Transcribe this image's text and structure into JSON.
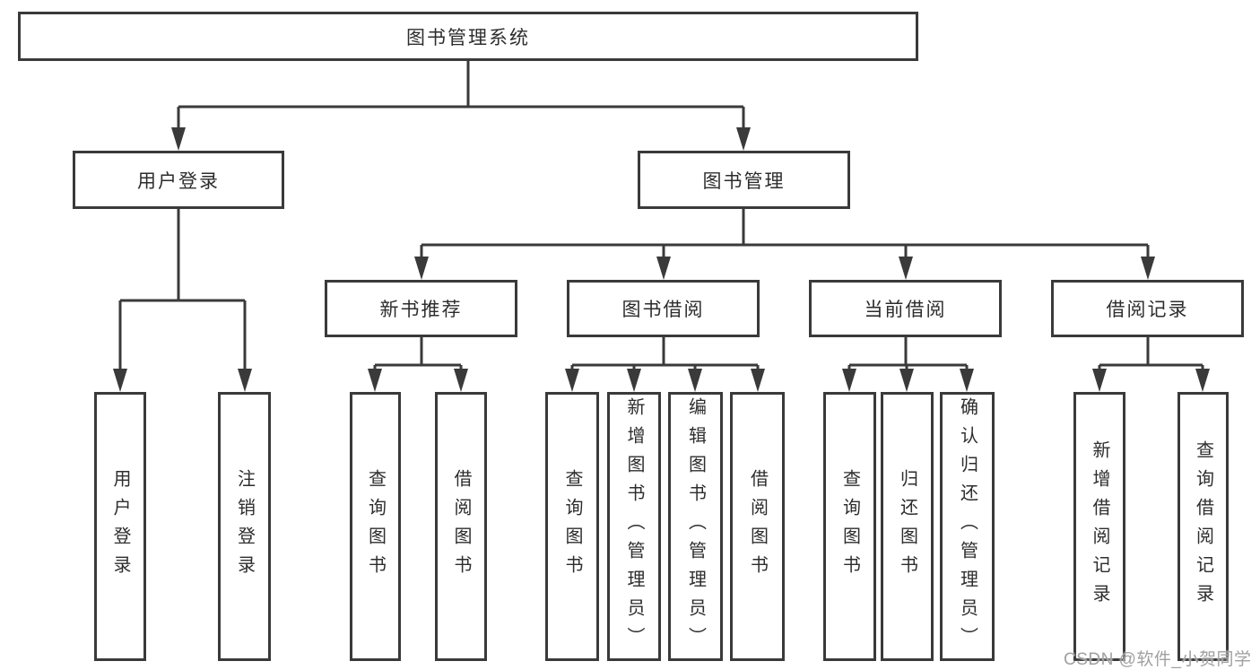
{
  "colors": {
    "line": "#3a3a3a",
    "text": "#2d2d2d",
    "background": "#ffffff",
    "watermark": "#a0a0a0"
  },
  "root": {
    "label": "图书管理系统"
  },
  "level2": [
    {
      "label": "用户登录"
    },
    {
      "label": "图书管理"
    }
  ],
  "level3": [
    {
      "label": "新书推荐"
    },
    {
      "label": "图书借阅"
    },
    {
      "label": "当前借阅"
    },
    {
      "label": "借阅记录"
    }
  ],
  "leaves": {
    "user_login": [
      "用户登录",
      "注销登录"
    ],
    "new_book_recommend": [
      "查询图书",
      "借阅图书"
    ],
    "book_borrow": [
      "查询图书",
      "新增图书（管理员）",
      "编辑图书（管理员）",
      "借阅图书"
    ],
    "current_borrow": [
      "查询图书",
      "归还图书",
      "确认归还（管理员）"
    ],
    "borrow_records": [
      "新增借阅记录",
      "查询借阅记录"
    ]
  },
  "watermark": "CSDN @软件_小贺同学"
}
